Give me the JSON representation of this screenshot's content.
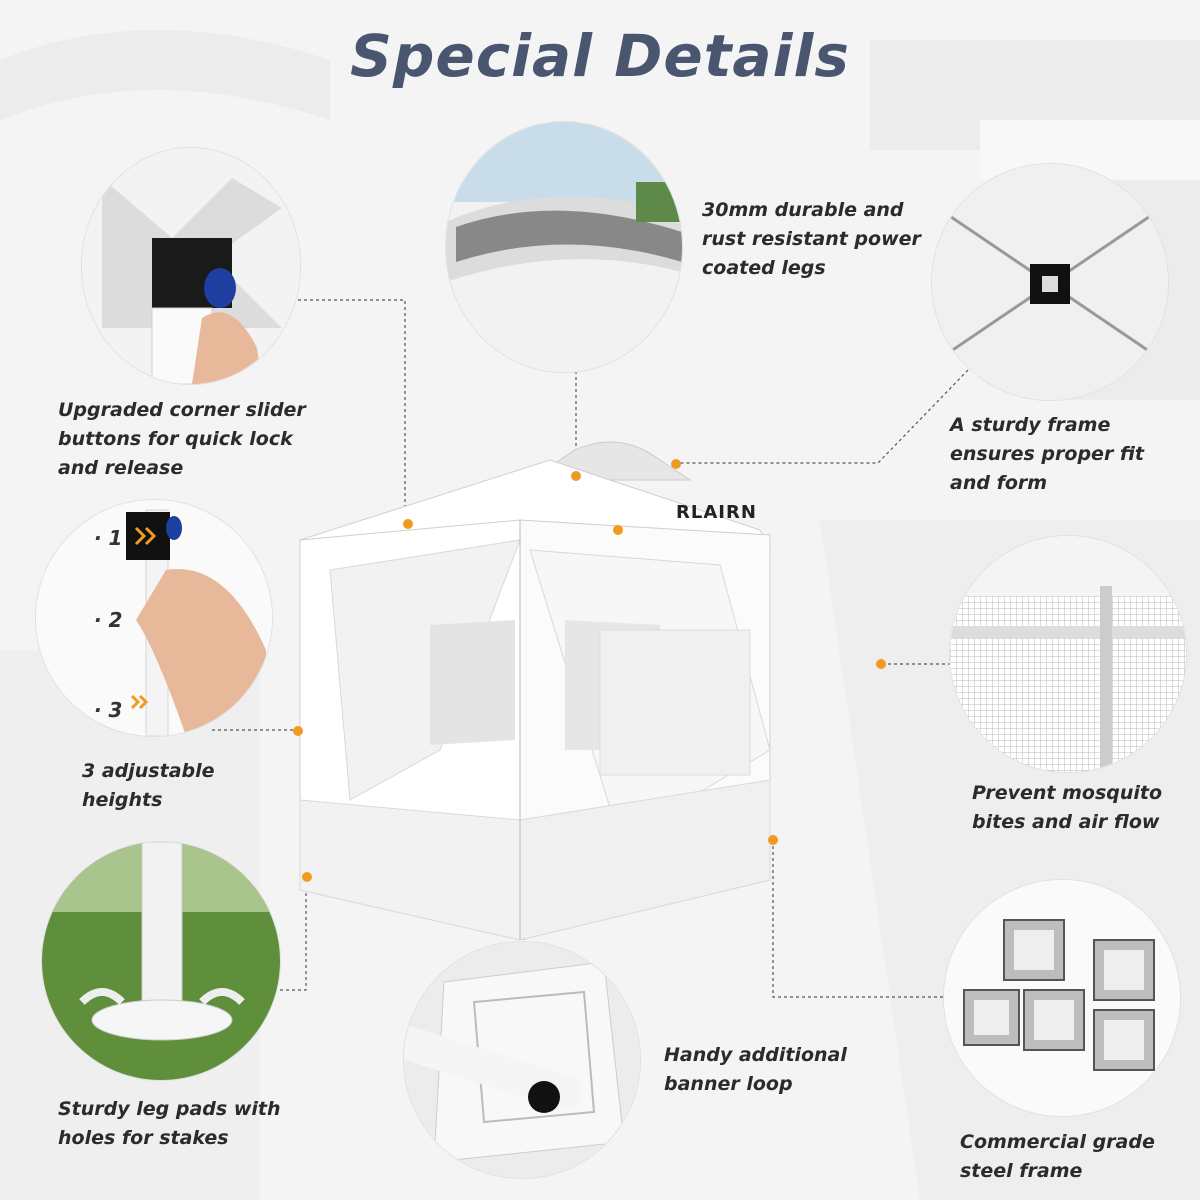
{
  "title": "Special Details",
  "brand": "RLAIRN",
  "features": {
    "corner_slider": "Upgraded corner slider\nbuttons for quick lock\nand release",
    "legs": "30mm durable and\nrust resistant power\ncoated legs",
    "frame": "A sturdy frame\nensures proper fit\nand form",
    "heights": "3 adjustable\nheights",
    "mosquito": "Prevent mosquito\nbites and air flow",
    "leg_pads": "Sturdy leg pads with\nholes for stakes",
    "banner_loop": "Handy additional\nbanner loop",
    "steel_frame": "Commercial grade\nsteel frame"
  },
  "height_steps": [
    "· 1",
    "· 2",
    "· 3"
  ],
  "colors": {
    "title": "#4a5570",
    "accent": "#f29a1f",
    "text": "#2b2b2b"
  }
}
